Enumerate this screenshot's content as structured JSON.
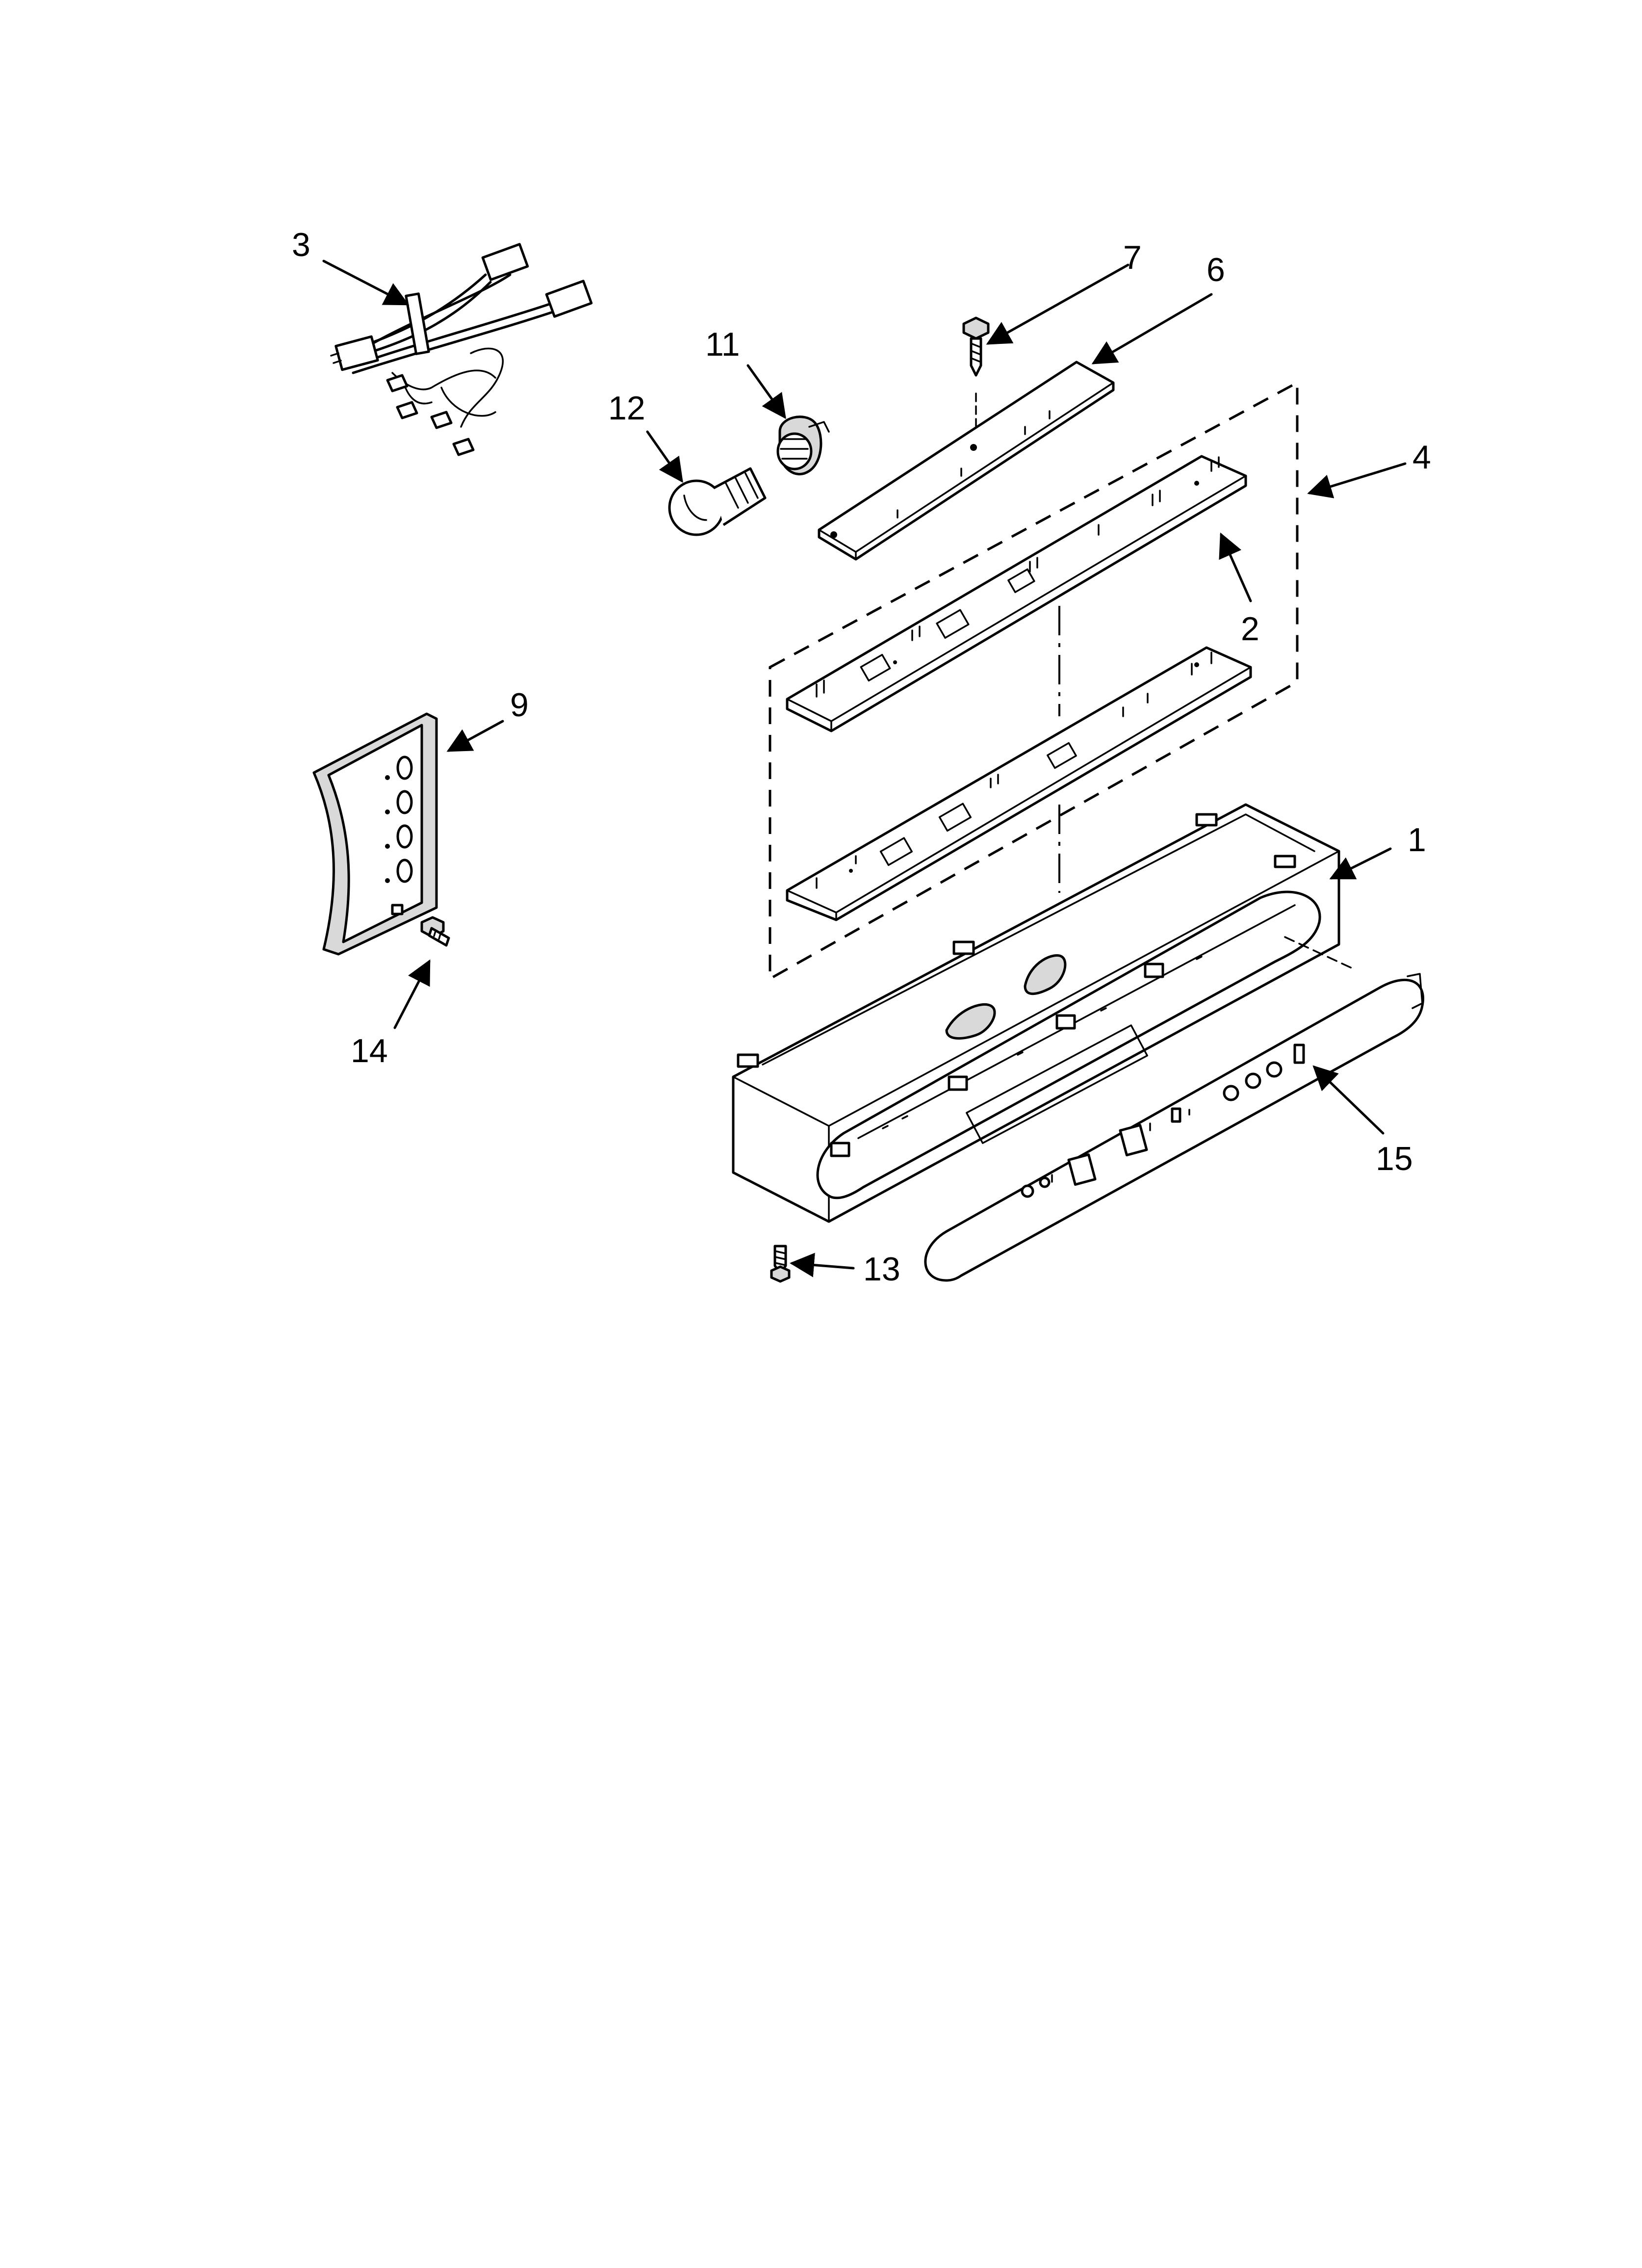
{
  "diagram": {
    "callouts": [
      {
        "id": "1",
        "label": "1"
      },
      {
        "id": "2",
        "label": "2"
      },
      {
        "id": "3",
        "label": "3"
      },
      {
        "id": "4",
        "label": "4"
      },
      {
        "id": "6",
        "label": "6"
      },
      {
        "id": "7",
        "label": "7"
      },
      {
        "id": "9",
        "label": "9"
      },
      {
        "id": "11",
        "label": "11"
      },
      {
        "id": "12",
        "label": "12"
      },
      {
        "id": "13",
        "label": "13"
      },
      {
        "id": "14",
        "label": "14"
      },
      {
        "id": "15",
        "label": "15"
      }
    ]
  }
}
